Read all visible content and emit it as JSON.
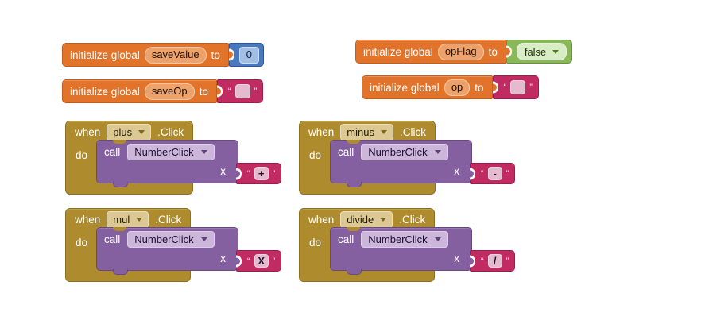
{
  "workspace": {
    "background": "#ffffff"
  },
  "colors": {
    "orange": "#e2732b",
    "blue": "#4a78bc",
    "green": "#89b859",
    "magenta": "#c02c62",
    "olive": "#ae8c2e",
    "purple": "#8460a0"
  },
  "glyphs": {
    "open_quote": "“",
    "close_quote": "”"
  },
  "icons": {
    "dropdown_arrow": "triangle-down"
  },
  "init_blocks": [
    {
      "keyword": "initialize global",
      "name": "saveValue",
      "to": "to",
      "value_type": "number",
      "value": "0"
    },
    {
      "keyword": "initialize global",
      "name": "opFlag",
      "to": "to",
      "value_type": "boolean",
      "value": "false"
    },
    {
      "keyword": "initialize global",
      "name": "saveOp",
      "to": "to",
      "value_type": "text",
      "value": ""
    },
    {
      "keyword": "initialize global",
      "name": "op",
      "to": "to",
      "value_type": "text",
      "value": ""
    }
  ],
  "event_blocks": [
    {
      "when": "when",
      "component": "plus",
      "event": ".Click",
      "do": "do",
      "call": "call",
      "procedure": "NumberClick",
      "param": "x",
      "arg": "+"
    },
    {
      "when": "when",
      "component": "minus",
      "event": ".Click",
      "do": "do",
      "call": "call",
      "procedure": "NumberClick",
      "param": "x",
      "arg": "-"
    },
    {
      "when": "when",
      "component": "mul",
      "event": ".Click",
      "do": "do",
      "call": "call",
      "procedure": "NumberClick",
      "param": "x",
      "arg": "X"
    },
    {
      "when": "when",
      "component": "divide",
      "event": ".Click",
      "do": "do",
      "call": "call",
      "procedure": "NumberClick",
      "param": "x",
      "arg": "/"
    }
  ]
}
